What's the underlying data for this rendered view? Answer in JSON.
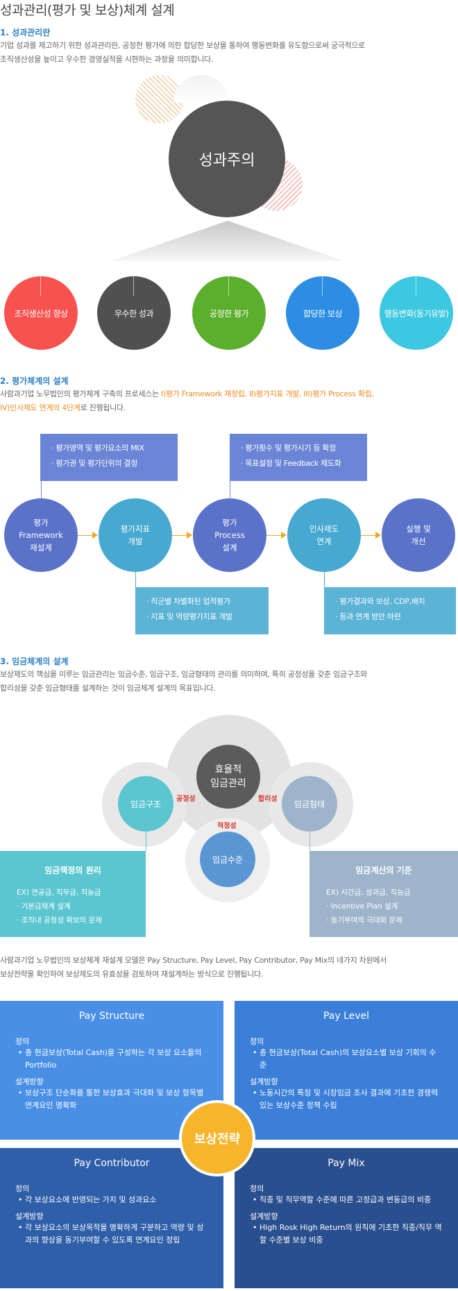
{
  "page_title": "성과관리(평가 및 보상)체계 설계",
  "sec1": {
    "title": "1. 성과관리란",
    "desc_line1": "기업 성과를 제고하기 위한 성과관리란, 공정한 평가에 의한 합당한 보상을 통하여 행동변화를 유도함으로써 궁극적으로",
    "desc_line2": "조직생산성을 높이고 우수한 경영실적을 시현하는 과정을 의미합니다.",
    "center": "성과주의",
    "values": [
      "조직생산성 향상",
      "우수한 성과",
      "공정한 평가",
      "합당한 보상",
      "행동변화(동기유발)"
    ],
    "colors": [
      "#f7524f",
      "#505050",
      "#5caf2c",
      "#2d8de3",
      "#3ec7e0"
    ]
  },
  "sec2": {
    "title": "2. 평가체계의 설계",
    "desc_prefix": "사람과기업 노무법인의 평가체계 구축의 프로세스는 ",
    "desc_hl1": "I)평가 Framework 재정립,  II)평가지표 개발,  III)평가 Process 확립,",
    "desc_hl2": "IV)인사제도 연계의 4단계",
    "desc_suffix": "로 진행됩니다.",
    "steps": [
      "평가\nFramework\n재설계",
      "평가지표\n개발",
      "평가\nProcess\n설계",
      "인사제도\n연계",
      "실행 및\n개선"
    ],
    "box1": [
      "평가영역 및 평가요소의 MIX",
      "평가권 및 평가단위의 결정"
    ],
    "box2": [
      "평가횟수 및 평가시기 등 확정",
      "목표설정 및 Feedback 제도화"
    ],
    "box3": [
      "직군별 차별화된 업적평가",
      "지표 및 역량평가지표 개발"
    ],
    "box4": [
      "평가결과와 보상, CDP,배치",
      "등과 연계 방안 마련"
    ]
  },
  "sec3": {
    "title": "3. 임금체계의 설계",
    "desc_line1": "보상제도의 핵심을 이루는 임금관리는 임금수준, 임금구조, 임금형태의 관리를 의미하며, 특히 공정성을 갖춘 임금구조와",
    "desc_line2": "합리성을 갖춘 임금형태를 설계하는 것이 임금체계 설계의 목표입니다.",
    "center": "효율적\n임금관리",
    "left": "임금구조",
    "right": "임금형태",
    "bottom": "임금수준",
    "tag_left": "공정성",
    "tag_right": "합리성",
    "tag_bottom": "적정성",
    "left_box": {
      "title": "임금책정의 원리",
      "ex": "EX) 연공급, 직무급, 직능급",
      "items": [
        "기본급체계 설계",
        "조직내 공정성 확보의 문제"
      ]
    },
    "right_box": {
      "title": "임금계산의 기준",
      "ex": "EX) 시간급, 성과급, 직능급",
      "items": [
        "Incentive Plan 설계",
        "동기부여의 극대화 문제"
      ]
    }
  },
  "sec4": {
    "desc_line1": "사람과기업 노무법인의 보상체계 재설계 모델은 Pay Structure, Pay Level, Pay Contributor, Pay Mix의 네가지 차원에서",
    "desc_line2": "보상전략을 확인하여 보상제도의 유효성을 검토하여 재설계하는 방식으로 진행됩니다.",
    "center": "보상전략",
    "label_def": "정의",
    "label_dir": "설계방향",
    "boxes": [
      {
        "title": "Pay Structure",
        "def": "총 현금보상(Total Cash)을 구성하는 각 보상 요소들의 Portfolio",
        "dir": "보상구조 단순화를 통한 보상효과 극대화 및 보상 항목별 연계요인 명확화"
      },
      {
        "title": "Pay Level",
        "def": "총 현금보상(Total Cash)의 보상요소별 보상 기회의 수준",
        "dir": "노동시간의 특징 및 시장임금 조사 결과에 기초한 경쟁력있는 보상수준 정책 수립"
      },
      {
        "title": "Pay Contributor",
        "def": "각 보상요소에 반영되는 가치 및 성과요소",
        "dir": "각 보상요소의 보상목적을 명확하게 구분하고 역량 및 성과의 향상을 동기부여할 수 있도록 연계요인 정립"
      },
      {
        "title": "Pay Mix",
        "def": "직종 및 직무역할 수준에 따른 고정급과 변동급의 비중",
        "dir": "High Rosk High Return의 원칙에 기초한 직종/직무 역할 수준별 보상 비중"
      }
    ],
    "colors": [
      "#4a8fe6",
      "#3b7fd9",
      "#2e5fa8",
      "#2a4f8e"
    ]
  }
}
